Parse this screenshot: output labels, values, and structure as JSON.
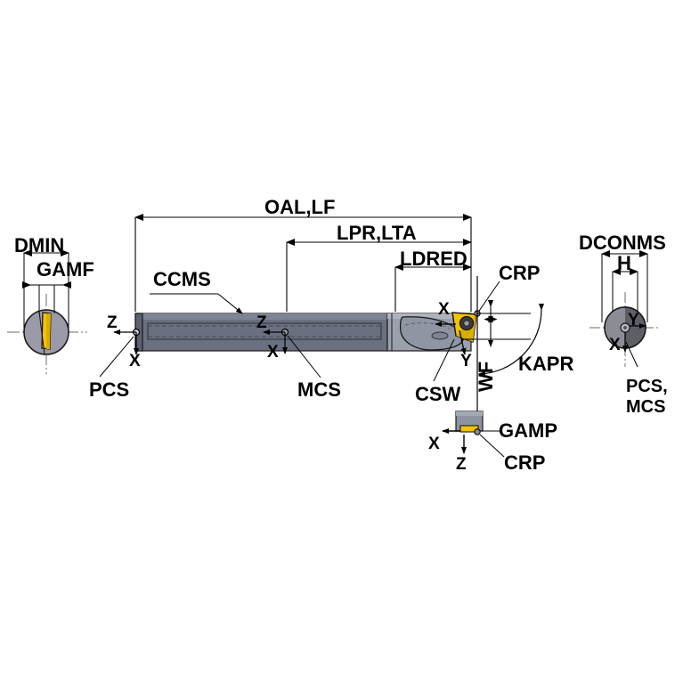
{
  "drawing": {
    "title": "Boring bar dimensional reference diagram",
    "background_color": "#ffffff",
    "line_color": "#000000",
    "bar_body_color": "#6a7080",
    "bar_head_color": "#9ba0ad",
    "bar_highlight_color": "#8c93a2",
    "insert_color": "#f5c400",
    "insert_shadow_color": "#8a6d00",
    "detail_circle_color": "#9a9aa8",
    "detail_circle_dark_color": "#5e5e66",
    "thin_line_color": "#555555"
  },
  "dimensions": {
    "oal_lf": "OAL,LF",
    "lpr_lta": "LPR,LTA",
    "ldred": "LDRED",
    "wf": "WF",
    "kapr": "KAPR",
    "dmin": "DMIN",
    "gamf": "GAMF",
    "dconms": "DCONMS",
    "h": "H"
  },
  "callouts": {
    "ccms": "CCMS",
    "crp_top": "CRP",
    "crp_bottom": "CRP",
    "csw": "CSW",
    "gamp": "GAMP",
    "pcs": "PCS",
    "mcs": "MCS",
    "pcs_mcs_line1": "PCS,",
    "pcs_mcs_line2": "MCS"
  },
  "axes": {
    "pcs_z": "Z",
    "pcs_x": "X",
    "mcs_z": "Z",
    "mcs_x": "X",
    "head_x": "X",
    "head_y": "Y",
    "detail_x": "X",
    "detail_z": "Z",
    "end_view_x": "X",
    "end_view_y": "Y"
  }
}
